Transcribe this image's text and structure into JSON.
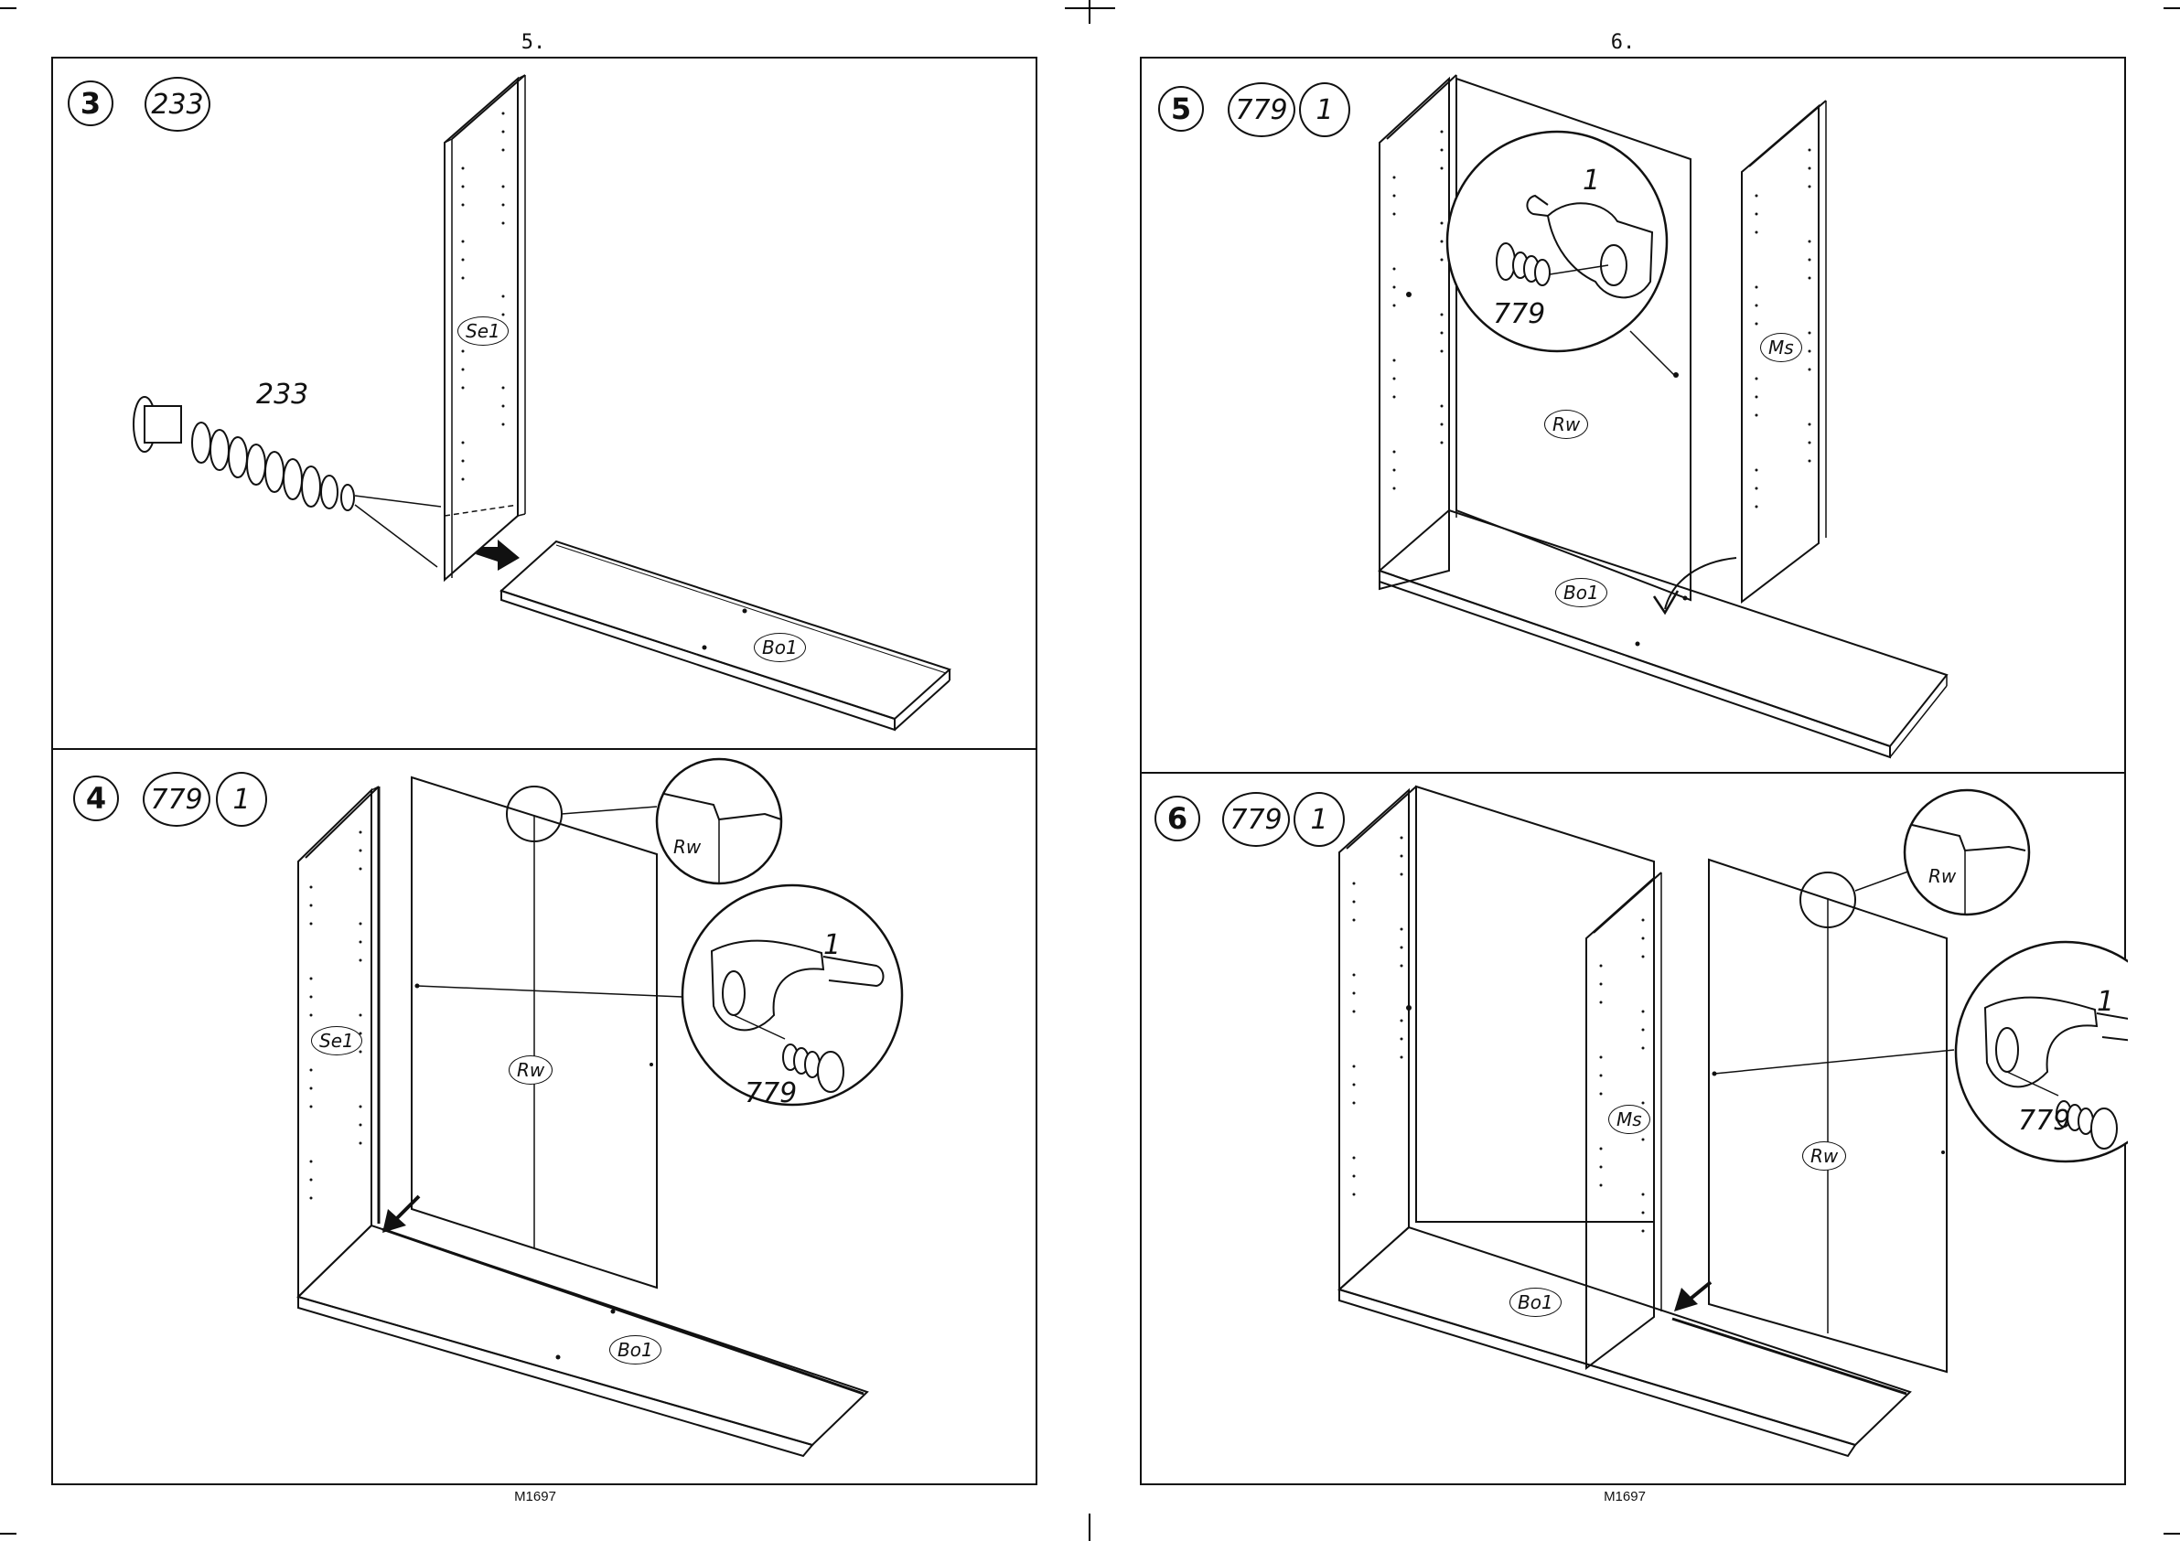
{
  "pages": [
    {
      "page_number": "5.",
      "footer": "M1697"
    },
    {
      "page_number": "6.",
      "footer": "M1697"
    }
  ],
  "panels": [
    {
      "step": "3",
      "parts": [
        "233"
      ],
      "callouts": {
        "screw_number": "233"
      },
      "labels": {
        "side": "Se1",
        "bottom": "Bo1"
      }
    },
    {
      "step": "4",
      "parts": [
        "779",
        "1"
      ],
      "callouts": {
        "detail_rw": "Rw",
        "clip_number": "1",
        "screw_number": "779"
      },
      "labels": {
        "side": "Se1",
        "back": "Rw",
        "bottom": "Bo1"
      }
    },
    {
      "step": "5",
      "parts": [
        "779",
        "1"
      ],
      "callouts": {
        "clip_number": "1",
        "screw_number": "779"
      },
      "labels": {
        "middle": "Ms",
        "back": "Rw",
        "bottom": "Bo1"
      }
    },
    {
      "step": "6",
      "parts": [
        "779",
        "1"
      ],
      "callouts": {
        "detail_rw": "Rw",
        "clip_number": "1",
        "screw_number": "779"
      },
      "labels": {
        "middle": "Ms",
        "back": "Rw",
        "bottom": "Bo1"
      }
    }
  ]
}
